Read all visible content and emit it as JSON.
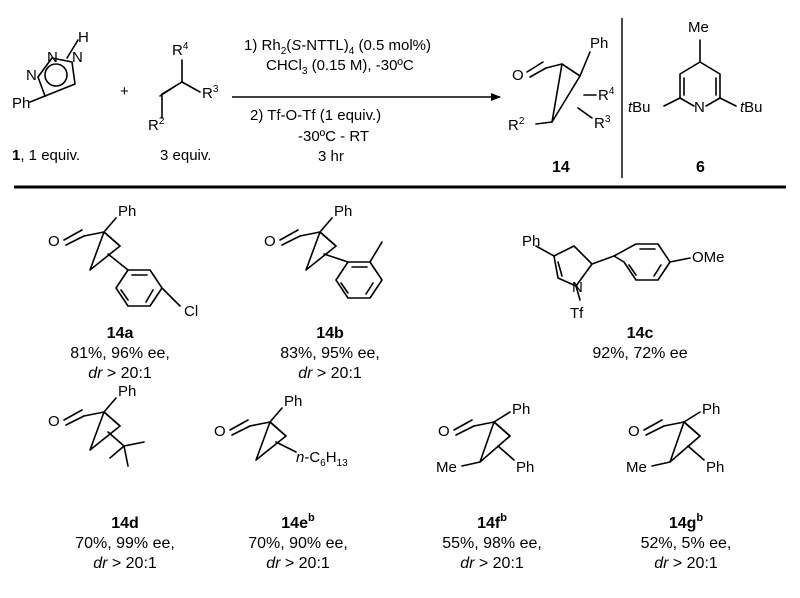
{
  "scheme": {
    "reactant1": {
      "atoms": {
        "n1": "N",
        "n2": "N",
        "n3": "N",
        "h": "H",
        "ph": "Ph"
      },
      "number": "1",
      "amount": ", 1 equiv."
    },
    "plus": "+",
    "reactant2": {
      "r4": "R",
      "r4_sup": "4",
      "r3": "R",
      "r3_sup": "3",
      "r2": "R",
      "r2_sup": "2",
      "amount": "3 equiv."
    },
    "step1": {
      "line1_a": "1) Rh",
      "line1_sub": "2",
      "line1_b": "(",
      "line1_s": "S",
      "line1_c": "-NTTL)",
      "line1_sub2": "4",
      "line1_d": " (0.5 mol%)",
      "line2_a": "CHCl",
      "line2_sub": "3",
      "line2_b": " (0.15 M), -30ºC"
    },
    "step2": {
      "line1": "2) Tf-O-Tf (1 equiv.)",
      "line2": "-30ºC - RT",
      "line3": "3 hr"
    },
    "product": {
      "o": "O",
      "ph": "Ph",
      "r4": "R",
      "r4_sup": "4",
      "r3": "R",
      "r3_sup": "3",
      "r2": "R",
      "r2_sup": "2",
      "number": "14"
    },
    "additive": {
      "me": "Me",
      "tbu_left_t": "t",
      "tbu_left": "Bu",
      "n": "N",
      "tbu_right_t": "t",
      "tbu_right": "Bu",
      "number": "6"
    }
  },
  "examples": [
    {
      "id": "14a",
      "sup": "",
      "yield_ee": "81%, 96% ee,",
      "dr_prefix": "dr",
      "dr_suffix": " > 20:1",
      "atoms": {
        "o": "O",
        "ph": "Ph",
        "x": "Cl"
      }
    },
    {
      "id": "14b",
      "sup": "",
      "yield_ee": "83%, 95% ee,",
      "dr_prefix": "dr",
      "dr_suffix": " > 20:1",
      "atoms": {
        "o": "O",
        "ph": "Ph"
      }
    },
    {
      "id": "14c",
      "sup": "",
      "yield_ee": "92%, 72% ee",
      "dr_prefix": "",
      "dr_suffix": "",
      "atoms": {
        "ph": "Ph",
        "n": "N",
        "tf": "Tf",
        "ome": "OMe"
      }
    },
    {
      "id": "14d",
      "sup": "",
      "yield_ee": "70%, 99% ee,",
      "dr_prefix": "dr",
      "dr_suffix": " > 20:1",
      "atoms": {
        "o": "O",
        "ph": "Ph"
      }
    },
    {
      "id": "14e",
      "sup": "b",
      "yield_ee": "70%, 90% ee,",
      "dr_prefix": "dr",
      "dr_suffix": " > 20:1",
      "atoms": {
        "o": "O",
        "ph": "Ph",
        "chain_n": "n",
        "chain_a": "-C",
        "chain_sub1": "6",
        "chain_b": "H",
        "chain_sub2": "13"
      }
    },
    {
      "id": "14f",
      "sup": "b",
      "yield_ee": "55%, 98% ee,",
      "dr_prefix": "dr",
      "dr_suffix": " > 20:1",
      "atoms": {
        "o": "O",
        "ph": "Ph",
        "me": "Me",
        "ph2": "Ph"
      }
    },
    {
      "id": "14g",
      "sup": "b",
      "yield_ee": "52%, 5% ee,",
      "dr_prefix": "dr",
      "dr_suffix": " > 20:1",
      "atoms": {
        "o": "O",
        "ph": "Ph",
        "me": "Me",
        "ph2": "Ph"
      }
    }
  ]
}
